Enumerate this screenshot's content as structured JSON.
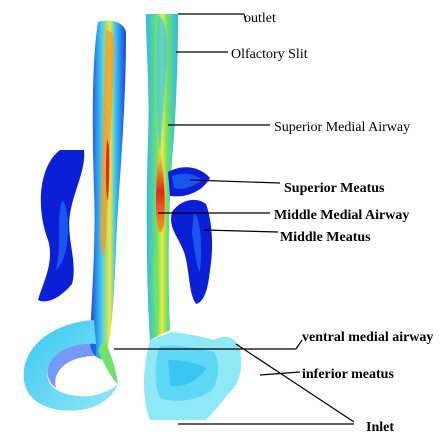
{
  "figure": {
    "labels": {
      "outlet": "outlet",
      "olfactory_slit": "Olfactory Slit",
      "superior_medial_airway": "Superior Medial Airway",
      "superior_meatus": "Superior Meatus",
      "middle_medial_airway": "Middle Medial Airway",
      "middle_meatus": "Middle Meatus",
      "ventral_medial_airway": "ventral medial airway",
      "inferior_meatus": "inferior meatus",
      "inlet": "Inlet"
    },
    "colors": {
      "deep_blue": "#0a1fd6",
      "blue": "#1a55f0",
      "cyan": "#39c6f2",
      "light_cyan": "#8fe8f6",
      "green": "#6fe36a",
      "yellow": "#f2e93a",
      "orange": "#f59a25",
      "red": "#e8261c"
    }
  }
}
